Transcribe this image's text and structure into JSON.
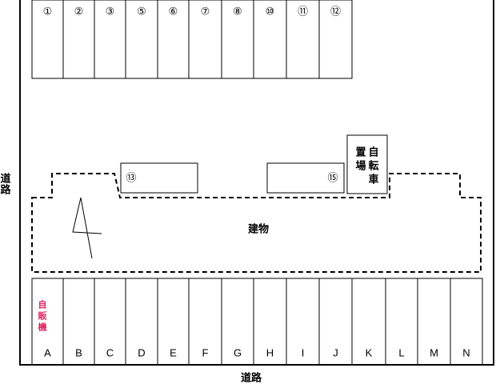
{
  "road_left": "道路",
  "road_bottom": "道路",
  "building": "建物",
  "bike_parking": [
    "自",
    "転",
    "車",
    "置",
    "場"
  ],
  "vending_machine": [
    "自",
    "販",
    "機"
  ],
  "top_spaces": [
    "①",
    "②",
    "③",
    "⑤",
    "⑥",
    "⑦",
    "⑧",
    "⑩",
    "⑪",
    "⑫"
  ],
  "mid_spaces": [
    "⑬",
    "⑮"
  ],
  "bottom_spaces": [
    "A",
    "B",
    "C",
    "D",
    "E",
    "F",
    "G",
    "H",
    "I",
    "J",
    "K",
    "L",
    "M",
    "N"
  ],
  "colors": {
    "line": "#000000",
    "vending_text": "#e0245e"
  }
}
